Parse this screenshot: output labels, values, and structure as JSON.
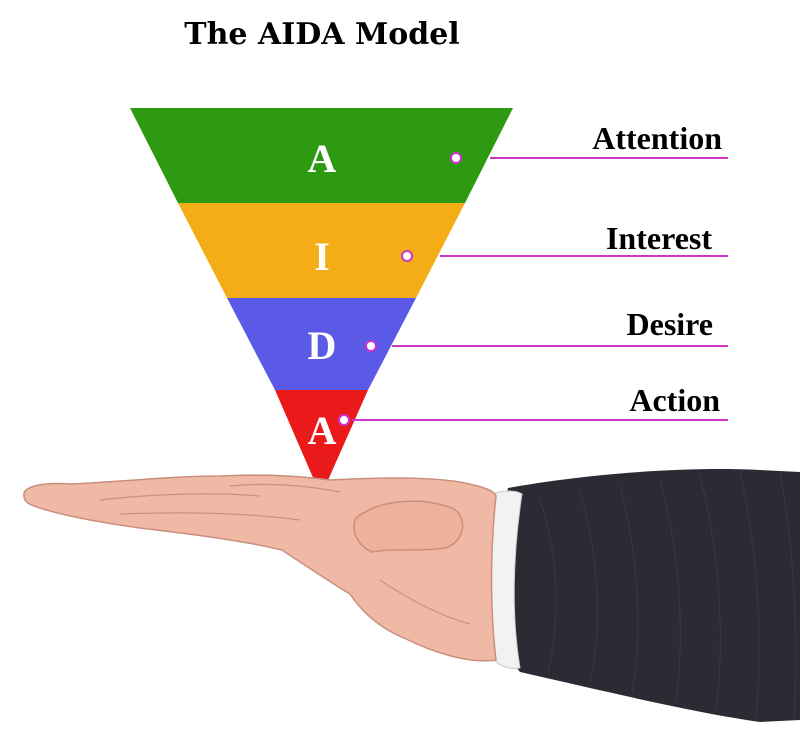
{
  "diagram": {
    "title": "The AIDA Model",
    "stages": [
      {
        "letter": "A",
        "label": "Attention",
        "color": "#2e9a12"
      },
      {
        "letter": "I",
        "label": "Interest",
        "color": "#f4ad17"
      },
      {
        "letter": "D",
        "label": "Desire",
        "color": "#5a5ae6"
      },
      {
        "letter": "A",
        "label": "Action",
        "color": "#ea1a1a"
      }
    ],
    "connector_color": "#cc33cc"
  }
}
